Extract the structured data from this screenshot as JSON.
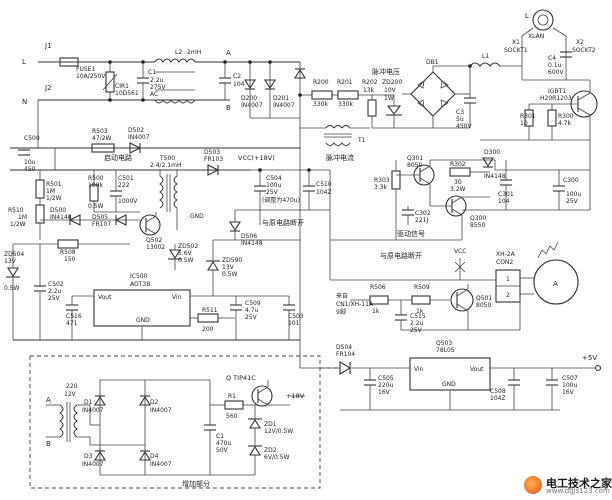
{
  "labels": {
    "j1": "J1",
    "j2": "J2",
    "l": "L",
    "n": "N",
    "fuse1_ref": "FUSE1",
    "fuse1_val": "10A/250V",
    "cir1_ref": "CIR1",
    "cir1_val": "10D561",
    "c1_ref": "C1",
    "c1_v1": "2.2u",
    "c1_v2": "275V",
    "c1_v3": "AC",
    "l2_ref": "L2",
    "l2_val": "2mH",
    "c2_ref": "C2",
    "c2_val": "104",
    "node_a": "A",
    "node_b": "B",
    "d200_ref": "D200",
    "d200_val": "IN4007",
    "d201_ref": "D201",
    "d201_val": "IN4007",
    "r200_ref": "R200",
    "r200_val": "330k",
    "r201_ref": "R201",
    "r201_val": "330k",
    "r202_ref": "R202",
    "r202_val": "13k",
    "zd200_ref": "ZD200",
    "zd200_val": "10V",
    "zd200_v2": "1W",
    "pulse_voltage": "脉冲电压",
    "db1": "DB1",
    "l1_ref": "L1",
    "c3_ref": "C3",
    "c3_v1": "5u",
    "c3_v2": "450V",
    "t1": "T1",
    "pulse_current": "脉冲电流",
    "l_load": "L",
    "xlan": "XLAN",
    "x1": "X1",
    "sockt1": "SOCKT1",
    "x2": "X2",
    "sockt2": "SOCKT2",
    "c4_ref": "C4",
    "c4_v1": "0.1u",
    "c4_v2": "600V",
    "r301_ref": "R301",
    "r301_val": "10",
    "r300_ref": "R300",
    "r300_val": "4.7k",
    "igbt1_ref": "IGBT1",
    "igbt1_val": "H20R1203",
    "c500_ref": "C500",
    "c500_v1": "10u",
    "c500_v2": "450",
    "r503_ref": "R503",
    "r503_val": "47/2W",
    "d502_ref": "D502",
    "d502_val": "IN4007",
    "startup_circuit": "启动电路",
    "t500_ref": "T500",
    "t500_val": "2.4/2.1mH",
    "d503_ref": "D503",
    "d503_val": "FR103",
    "vcc_18v": "VCC(+18V)",
    "c504_ref": "C504",
    "c504_v1": "100u",
    "c504_v2": "25V",
    "c504_note": "(调整为470u)",
    "c510_ref": "C510",
    "c510_val": "104Z",
    "r501_ref": "R501",
    "r501_v1": "1M",
    "r501_v2": "1/2W",
    "r500_ref": "R500",
    "r500_v1": "100k",
    "r500_v2": "0.5W",
    "c501_ref": "C501",
    "c501_v1": "222",
    "c501_v2": "1000V",
    "r510_ref": "R510",
    "r510_v1": "1M",
    "r510_v2": "1/2W",
    "d500_ref": "D500",
    "d500_val": "IN4148",
    "d505_ref": "D505",
    "d505_val": "FR107",
    "q502_ref": "Q502",
    "q502_val": "13002",
    "r508_ref": "R508",
    "r508_val": "150",
    "zd504_ref": "ZD504",
    "zd504_v1": "13V",
    "zd504_v2": "0.5W",
    "c502_ref": "C502",
    "c502_v1": "2.2u",
    "c502_v2": "25V",
    "c516_ref": "C516",
    "c516_val": "471",
    "ic500_ref": "IC500",
    "ic500_val": "AOT3B",
    "ic_vout": "Vout",
    "ic_vin": "Vin",
    "ic_gnd": "GND",
    "zd502_ref": "ZD502",
    "zd502_v1": "5.6V",
    "zd502_v2": "0.5W",
    "zd590_ref": "ZD590",
    "zd590_v1": "13V",
    "zd590_v2": "0.5W",
    "d506_ref": "D506",
    "d506_val": "IN4148",
    "disconnect_motor": "与原电路断开",
    "r511_ref": "R511",
    "r511_val": "200",
    "c509_ref": "C509",
    "c509_v1": "4.7u",
    "c509_v2": "25V",
    "c503_ref": "C503",
    "c503_val": "101",
    "gnd": "GND",
    "q301_ref": "Q301",
    "q301_val": "8050",
    "r302_ref": "R302",
    "r302_v1": "30",
    "r302_v2": "3.2W",
    "d300_ref": "D300",
    "d300_val": "IN4148",
    "r303_ref": "R303",
    "r303_val": "3.3k",
    "c301_ref": "C301",
    "c301_val": "104",
    "c300_ref": "C300",
    "c300_v1": "100u",
    "c300_v2": "25V",
    "q300_ref": "Q300",
    "q300_val": "8550",
    "c302_ref": "C302",
    "c302_val": "221J",
    "drive_signal": "驱动信号",
    "disconnect_vcc": "与原电路断开",
    "vcc_top": "VCC",
    "xh2a_ref": "XH-2A",
    "xh2a_val": "CON2",
    "fan_pin1": "1",
    "fan_pin2": "2",
    "motor_label": "A",
    "r506_ref": "R506",
    "r506_val": "1k",
    "r509_ref": "R509",
    "r509_val": "1k",
    "q501_ref": "Q501",
    "q501_val": "8050",
    "relay_note1": "来自",
    "relay_note2": "CN1/XH-11A",
    "relay_note3": "9脚",
    "c515_ref": "C515",
    "c515_v1": "2.2u",
    "c515_v2": "25V",
    "d504_ref": "D504",
    "d504_val": "FR104",
    "q503_ref": "Q503",
    "q503_val": "78L05",
    "c505_ref": "C505",
    "c505_v1": "220u",
    "c505_v2": "16V",
    "c508_ref": "C508",
    "c508_val": "104Z",
    "c507_ref": "C507",
    "c507_v1": "100u",
    "c507_v2": "16V",
    "plus5v": "+5V",
    "transformer_in_1": "220",
    "transformer_in_2": "12V",
    "aux_node_a": "A",
    "aux_node_b": "B",
    "ad1_ref": "D1",
    "ad1_val": "IN4007",
    "ad2_ref": "D2",
    "ad2_val": "IN4007",
    "ad3_ref": "D3",
    "ad3_val": "IN4007",
    "ad4_ref": "D4",
    "ad4_val": "IN4007",
    "ar1_ref": "R1",
    "ar1_val": "560",
    "aq1": "Q TIP41C",
    "plus18v": "+18V",
    "ac1_ref": "C1",
    "ac1_v1": "470u",
    "ac1_v2": "50V",
    "azd1_ref": "ZD1",
    "azd1_val": "12V/0.5W",
    "azd2_ref": "ZD2",
    "azd2_val": "6V/0.5W",
    "added_section": "增加部分",
    "watermark_main": "电工技术之家",
    "watermark_sub": "www.dgjs123.com"
  },
  "colors": {
    "wire": "#333333",
    "text": "#222222",
    "background": "#ffffff",
    "logo_accent": "#e4501e"
  }
}
